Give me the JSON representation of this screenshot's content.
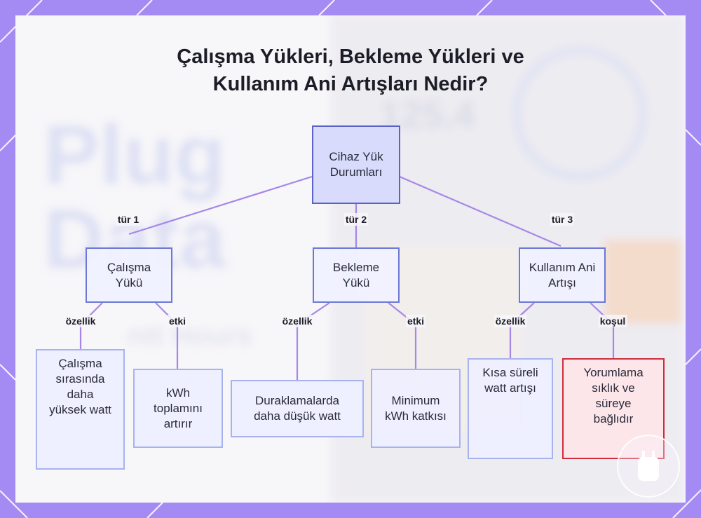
{
  "title": {
    "line1": "Çalışma Yükleri, Bekleme Yükleri ve",
    "line2": "Kullanım Ani Artışları Nedir?"
  },
  "nodes": {
    "root": "Cihaz Yük Durumları",
    "n1": "Çalışma Yükü",
    "n2": "Bekleme Yükü",
    "n3": "Kullanım Ani Artışı",
    "n1a": "Çalışma sırasında daha yüksek watt",
    "n1b": "kWh toplamını artırır",
    "n2a": "Duraklamalarda daha düşük watt",
    "n2b": "Minimum kWh katkısı",
    "n3a": "Kısa süreli watt artışı",
    "n3b": "Yorumlama sıklık ve süreye bağlıdır"
  },
  "edges": {
    "t1": "tür 1",
    "t2": "tür 2",
    "t3": "tür 3",
    "o1": "özellik",
    "e1": "etki",
    "o2": "özellik",
    "e2": "etki",
    "o3": "özellik",
    "k3": "koşul"
  },
  "background": {
    "big_text_1": "Plug",
    "big_text_2": "Data",
    "reading": "125.4",
    "small_text": "ntt Hours"
  },
  "colors": {
    "frame": "#a48bf4",
    "link": "#a687e8",
    "root_fill": "#d8dbfb",
    "node_border": "#6c78d6",
    "warn_border": "#cf2d3c"
  },
  "icons": {
    "corner_badge": "plug-icon"
  }
}
